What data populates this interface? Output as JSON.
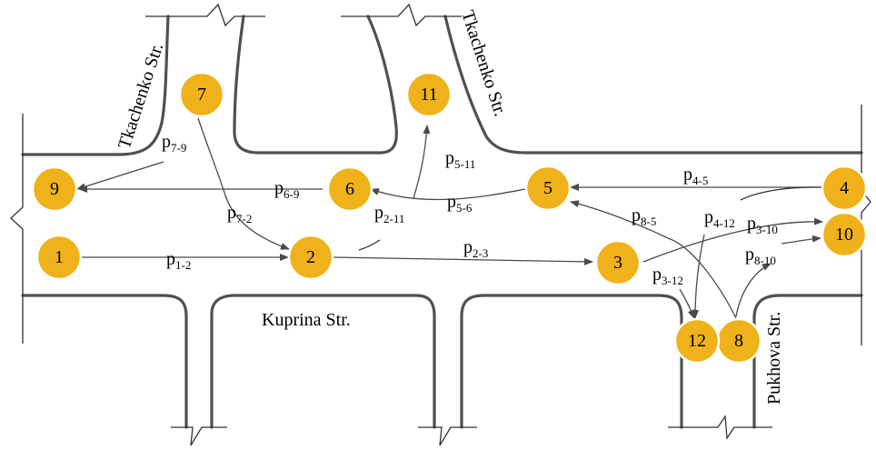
{
  "streets": {
    "tkachenko_left": "Tkachenko Str.",
    "tkachenko_right": "Tkachenko Str.",
    "kuprina": "Kuprina Str.",
    "pukhova": "Pukhova Str."
  },
  "nodes": [
    "1",
    "2",
    "3",
    "4",
    "5",
    "6",
    "7",
    "8",
    "9",
    "10",
    "11",
    "12"
  ],
  "flows": [
    {
      "p": "p",
      "sub": "7-9"
    },
    {
      "p": "p",
      "sub": "6-9"
    },
    {
      "p": "p",
      "sub": "7-2"
    },
    {
      "p": "p",
      "sub": "1-2"
    },
    {
      "p": "p",
      "sub": "2-11"
    },
    {
      "p": "p",
      "sub": "5-11"
    },
    {
      "p": "p",
      "sub": "5-6"
    },
    {
      "p": "p",
      "sub": "2-3"
    },
    {
      "p": "p",
      "sub": "4-5"
    },
    {
      "p": "p",
      "sub": "8-5"
    },
    {
      "p": "p",
      "sub": "4-12"
    },
    {
      "p": "p",
      "sub": "3-10"
    },
    {
      "p": "p",
      "sub": "3-12"
    },
    {
      "p": "p",
      "sub": "8-10"
    }
  ],
  "colors": {
    "node_fill": "#f0b21a",
    "road": "#505050",
    "arrow": "#4a4a4a"
  }
}
